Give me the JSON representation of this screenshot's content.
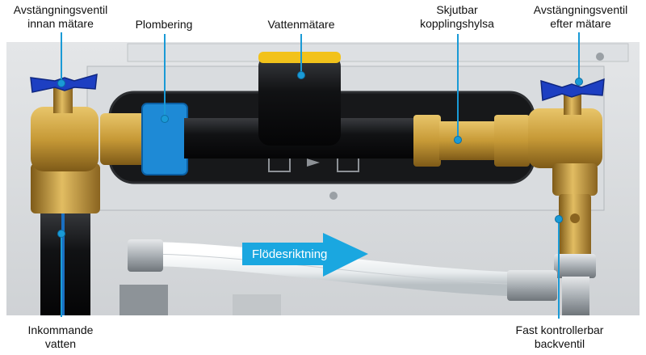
{
  "labels": {
    "shutoff_before": [
      "Avstängningsventil",
      "innan mätare"
    ],
    "seal": "Plombering",
    "meter": "Vattenmätare",
    "sleeve": [
      "Skjutbar",
      "kopplingshylsa"
    ],
    "shutoff_after": [
      "Avstängningsventil",
      "efter mätare"
    ],
    "incoming": [
      "Inkommande",
      "vatten"
    ],
    "check_valve": [
      "Fast kontrollerbar",
      "backventil"
    ]
  },
  "flow_arrow": "Flödesriktning",
  "colors": {
    "accent": "#1a9ad6",
    "valve_handle": "#1d3fc2",
    "brass": "#c9a040",
    "meter_cap": "#f2c21b"
  }
}
